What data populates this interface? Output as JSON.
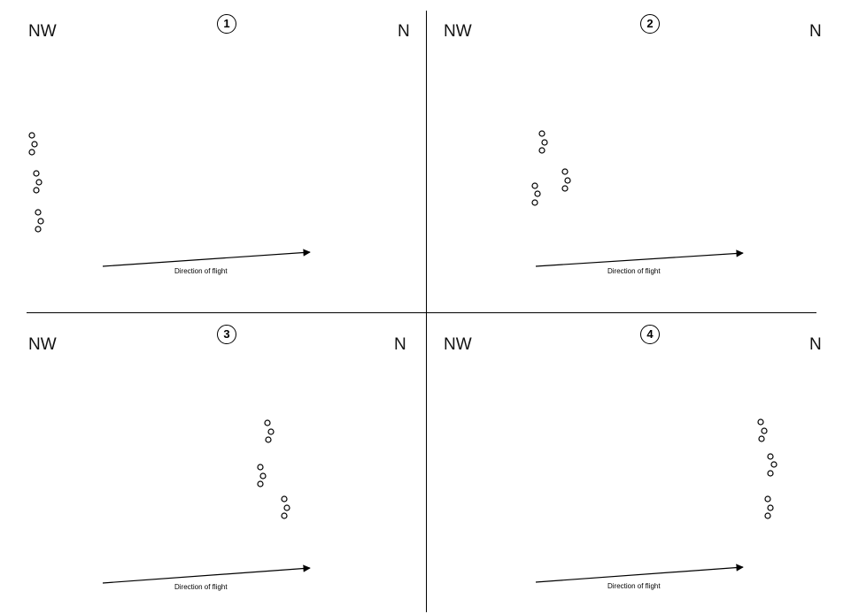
{
  "panels": [
    {
      "number": "1",
      "left_label": "NW",
      "right_label": "N",
      "caption": "Direction of flight",
      "birds": [
        [
          36,
          153
        ],
        [
          39,
          163
        ],
        [
          36,
          172
        ],
        [
          41,
          196
        ],
        [
          44,
          206
        ],
        [
          41,
          215
        ],
        [
          43,
          240
        ],
        [
          46,
          250
        ],
        [
          43,
          259
        ]
      ]
    },
    {
      "number": "2",
      "left_label": "NW",
      "right_label": "N",
      "caption": "Direction of flight",
      "birds": [
        [
          612,
          151
        ],
        [
          615,
          161
        ],
        [
          612,
          170
        ],
        [
          638,
          194
        ],
        [
          641,
          204
        ],
        [
          638,
          213
        ],
        [
          604,
          210
        ],
        [
          607,
          219
        ],
        [
          604,
          229
        ]
      ]
    },
    {
      "number": "3",
      "left_label": "NW",
      "right_label": "N",
      "caption": "Direction of flight",
      "birds": [
        [
          302,
          478
        ],
        [
          306,
          488
        ],
        [
          303,
          497
        ],
        [
          294,
          528
        ],
        [
          297,
          538
        ],
        [
          294,
          547
        ],
        [
          321,
          564
        ],
        [
          324,
          574
        ],
        [
          321,
          583
        ]
      ]
    },
    {
      "number": "4",
      "left_label": "NW",
      "right_label": "N",
      "caption": "Direction of flight",
      "birds": [
        [
          859,
          477
        ],
        [
          863,
          487
        ],
        [
          860,
          496
        ],
        [
          870,
          516
        ],
        [
          874,
          525
        ],
        [
          870,
          535
        ],
        [
          867,
          564
        ],
        [
          870,
          574
        ],
        [
          867,
          583
        ]
      ]
    }
  ]
}
